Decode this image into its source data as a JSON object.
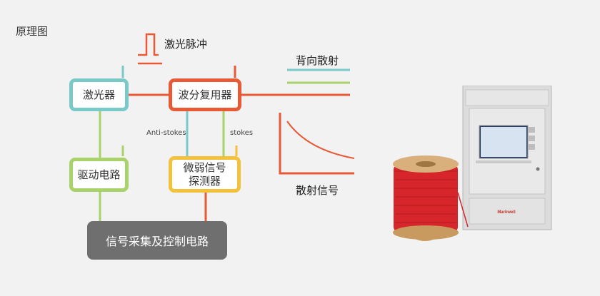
{
  "title": "原理图",
  "pulse_label": "激光脉冲",
  "backscatter_label": "背向散射",
  "scatter_signal_label": "散射信号",
  "boxes": {
    "laser": "激光器",
    "wdm": "波分复用器",
    "driver": "驱动电路",
    "detector_line1": "微弱信号",
    "detector_line2": "探测器",
    "control": "信号采集及控制电路"
  },
  "anti_stokes": "Anti-stokes",
  "stokes": "stokes",
  "equipment_brand": "Markwell",
  "colors": {
    "teal": "#7ac9c9",
    "orange": "#e85a35",
    "green": "#a8d26a",
    "yellow": "#f3c23a",
    "gray": "#6f6f6f",
    "red_cable": "#d6252b"
  }
}
